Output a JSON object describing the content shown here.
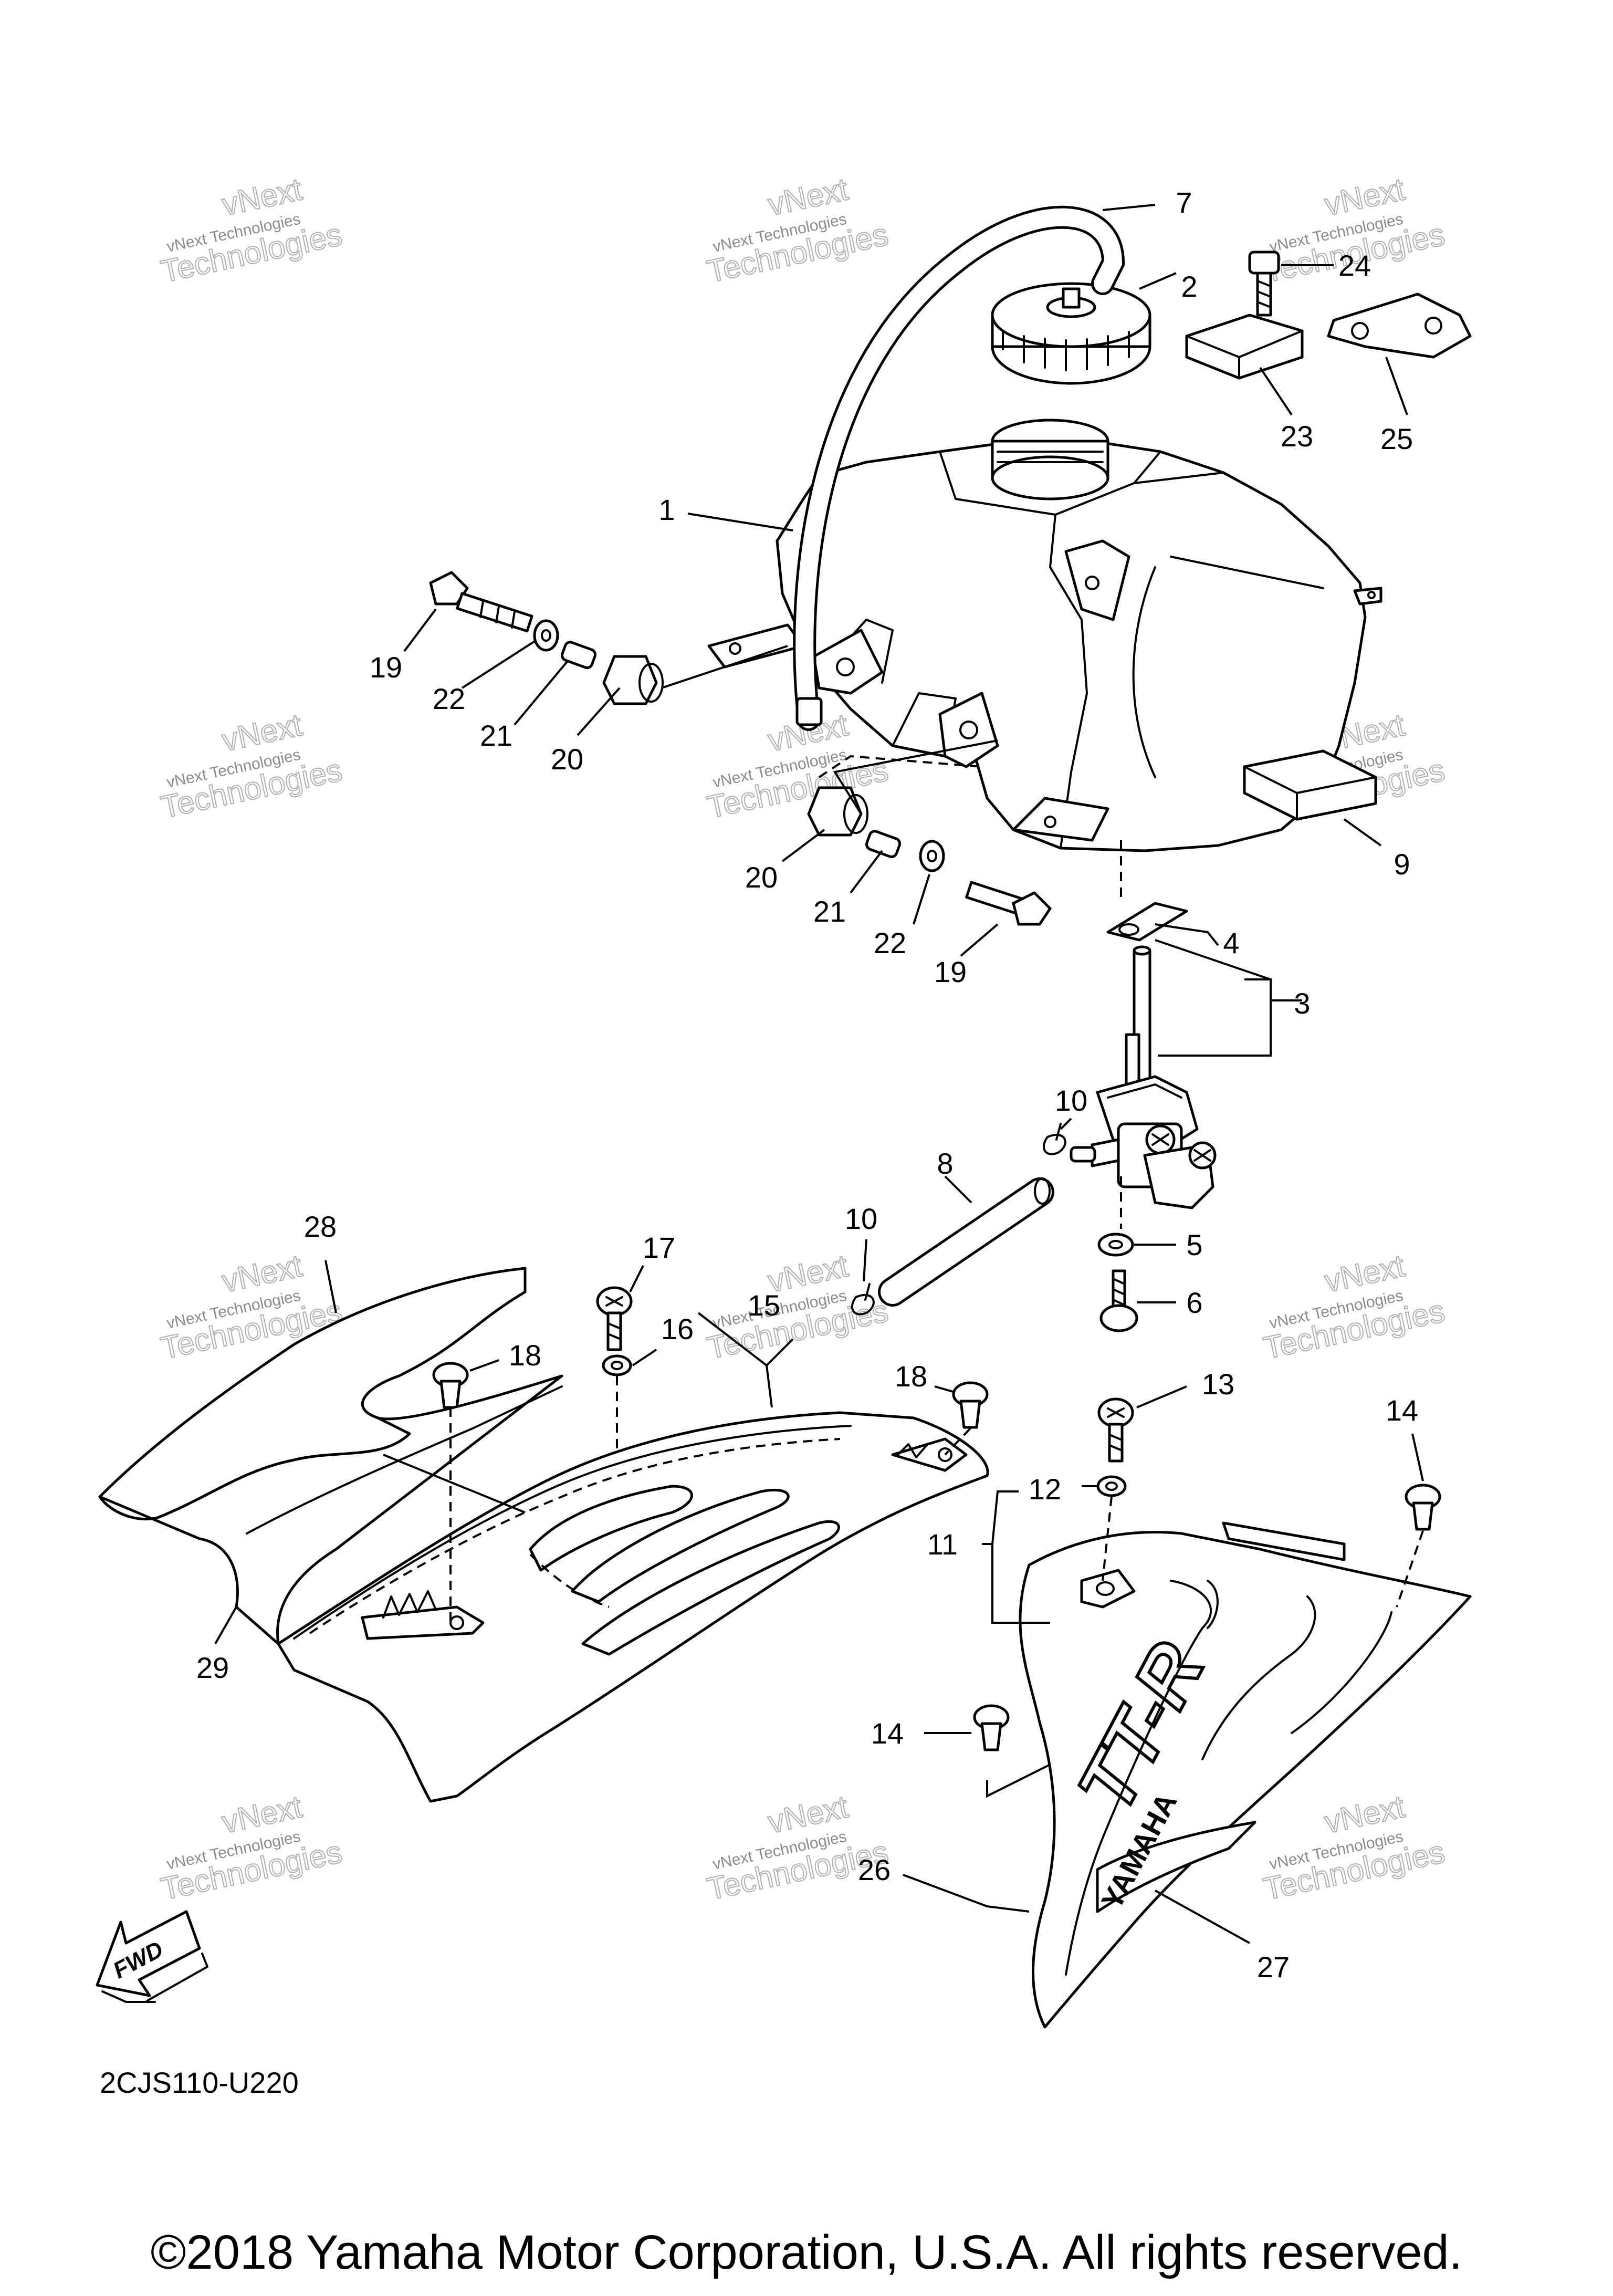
{
  "watermark": {
    "small": "vNext Technologies",
    "large": "Technologies",
    "top": "vNext"
  },
  "callouts": [
    {
      "id": "c1",
      "label": "1"
    },
    {
      "id": "c2",
      "label": "2"
    },
    {
      "id": "c3",
      "label": "3"
    },
    {
      "id": "c4",
      "label": "4"
    },
    {
      "id": "c5",
      "label": "5"
    },
    {
      "id": "c6",
      "label": "6"
    },
    {
      "id": "c7",
      "label": "7"
    },
    {
      "id": "c8",
      "label": "8"
    },
    {
      "id": "c9",
      "label": "9"
    },
    {
      "id": "c10a",
      "label": "10"
    },
    {
      "id": "c10b",
      "label": "10"
    },
    {
      "id": "c11",
      "label": "11"
    },
    {
      "id": "c12",
      "label": "12"
    },
    {
      "id": "c13",
      "label": "13"
    },
    {
      "id": "c14a",
      "label": "14"
    },
    {
      "id": "c14b",
      "label": "14"
    },
    {
      "id": "c15",
      "label": "15"
    },
    {
      "id": "c16",
      "label": "16"
    },
    {
      "id": "c17",
      "label": "17"
    },
    {
      "id": "c18a",
      "label": "18"
    },
    {
      "id": "c18b",
      "label": "18"
    },
    {
      "id": "c19a",
      "label": "19"
    },
    {
      "id": "c19b",
      "label": "19"
    },
    {
      "id": "c20a",
      "label": "20"
    },
    {
      "id": "c20b",
      "label": "20"
    },
    {
      "id": "c21a",
      "label": "21"
    },
    {
      "id": "c21b",
      "label": "21"
    },
    {
      "id": "c22a",
      "label": "22"
    },
    {
      "id": "c22b",
      "label": "22"
    },
    {
      "id": "c23",
      "label": "23"
    },
    {
      "id": "c24",
      "label": "24"
    },
    {
      "id": "c25",
      "label": "25"
    },
    {
      "id": "c26",
      "label": "26"
    },
    {
      "id": "c27",
      "label": "27"
    },
    {
      "id": "c28",
      "label": "28"
    },
    {
      "id": "c29",
      "label": "29"
    }
  ],
  "fwd_label": "FWD",
  "diagram_ref": "2CJS110-U220",
  "decal_text": {
    "model": "TT-R",
    "brand": "YAMAHA"
  },
  "copyright": "©2018 Yamaha Motor Corporation, U.S.A. All rights reserved."
}
